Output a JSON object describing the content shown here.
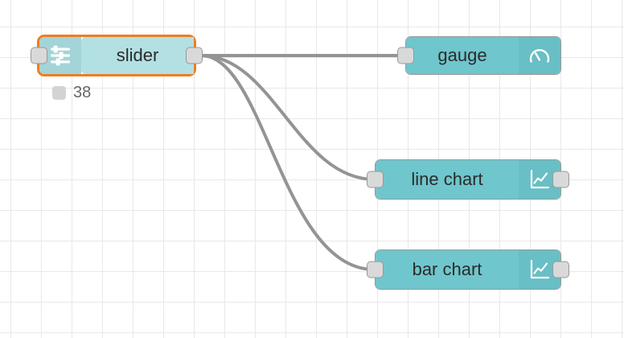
{
  "editor": {
    "name": "node-red-flow-canvas",
    "grid": {
      "visible": true,
      "spacing": 38,
      "color": "#e8e8e8"
    },
    "background": "#ffffff",
    "wire_color": "#999999",
    "selection_color": "#ef7d20"
  },
  "nodes": [
    {
      "id": "slider",
      "label": "slider",
      "icon": "sliders-icon",
      "icon_side": "left",
      "selected": true,
      "body_color": "#b3e0e3",
      "tray_color": "#a3d4d8",
      "has_input": true,
      "has_output": true,
      "status": {
        "text": "38",
        "dot_color": "#d3d3d3"
      }
    },
    {
      "id": "gauge",
      "label": "gauge",
      "icon": "gauge-icon",
      "icon_side": "right",
      "selected": false,
      "body_color": "#6fc6cc",
      "tray_color": "#68bfc5",
      "has_input": true,
      "has_output": false
    },
    {
      "id": "line-chart",
      "label": "line chart",
      "icon": "line-chart-icon",
      "icon_side": "right",
      "selected": false,
      "body_color": "#6fc6cc",
      "tray_color": "#68bfc5",
      "has_input": true,
      "has_output": true
    },
    {
      "id": "bar-chart",
      "label": "bar chart",
      "icon": "line-chart-icon",
      "icon_side": "right",
      "selected": false,
      "body_color": "#6fc6cc",
      "tray_color": "#68bfc5",
      "has_input": true,
      "has_output": true
    }
  ],
  "wires": [
    {
      "from": "slider",
      "to": "gauge"
    },
    {
      "from": "slider",
      "to": "line-chart"
    },
    {
      "from": "slider",
      "to": "bar-chart"
    }
  ]
}
